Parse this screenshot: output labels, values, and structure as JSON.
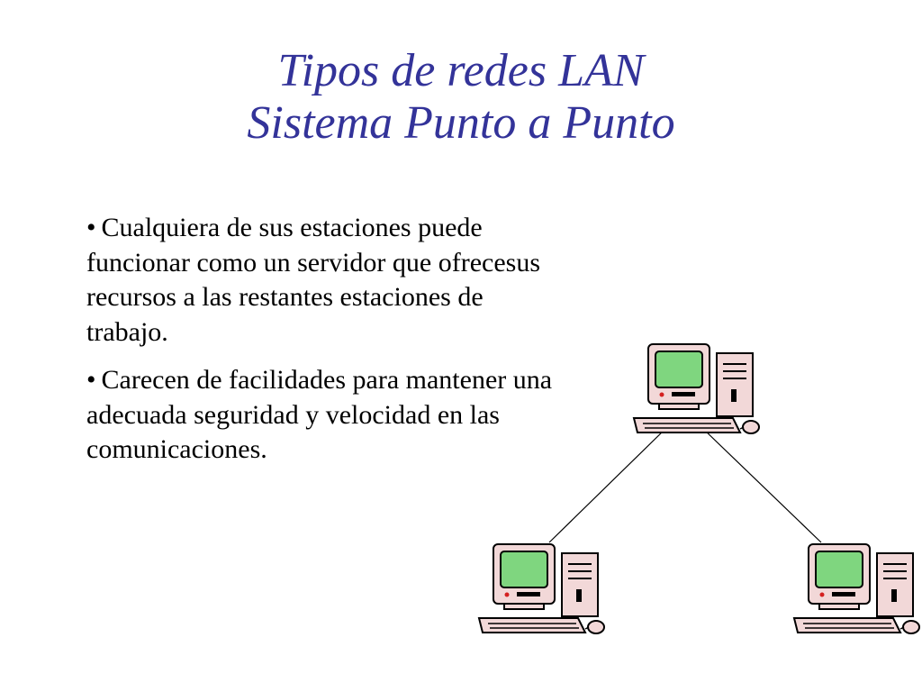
{
  "slide": {
    "title_line1": "Tipos de redes LAN",
    "title_line2": "Sistema Punto a Punto",
    "bullets": [
      "Cualquiera de sus estaciones puede funcionar como un servidor que ofrecesus recursos a las restantes estaciones de trabajo.",
      "Carecen de facilidades para mantener una adecuada seguridad y velocidad en las comunicaciones."
    ],
    "bullet_glyph": "•",
    "title_color": "#333399"
  },
  "diagram": {
    "nodes": [
      "computer-top",
      "computer-left",
      "computer-right"
    ],
    "links": [
      [
        "computer-top",
        "computer-left"
      ],
      [
        "computer-top",
        "computer-right"
      ]
    ],
    "icon": "desktop-computer-icon",
    "colors": {
      "screen": "#7fd67f",
      "case": "#f2d8d8",
      "outline": "#000000"
    }
  }
}
